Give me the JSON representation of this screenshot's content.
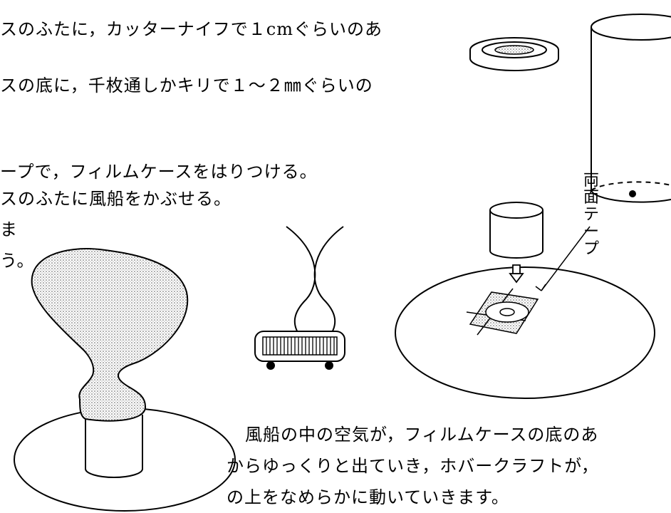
{
  "instructions": {
    "line1": "スのふたに，カッターナイフで１cmぐらいのあ",
    "line2": "スの底に，千枚通しかキリで１～２㎜ぐらいの",
    "line3": "ープで，フィルムケースをはりつける。",
    "line4": "スのふたに風船をかぶせる。",
    "line5": "ま",
    "line6": "う。"
  },
  "label_tape": [
    "両",
    "面",
    "テ",
    "ー",
    "プ"
  ],
  "result": {
    "line1": "風船の中の空気が，フィルムケースの底のあ",
    "line2": "からゆっくりと出ていき，ホバークラフトが，",
    "line3": "の上をなめらかに動いていきます。"
  }
}
